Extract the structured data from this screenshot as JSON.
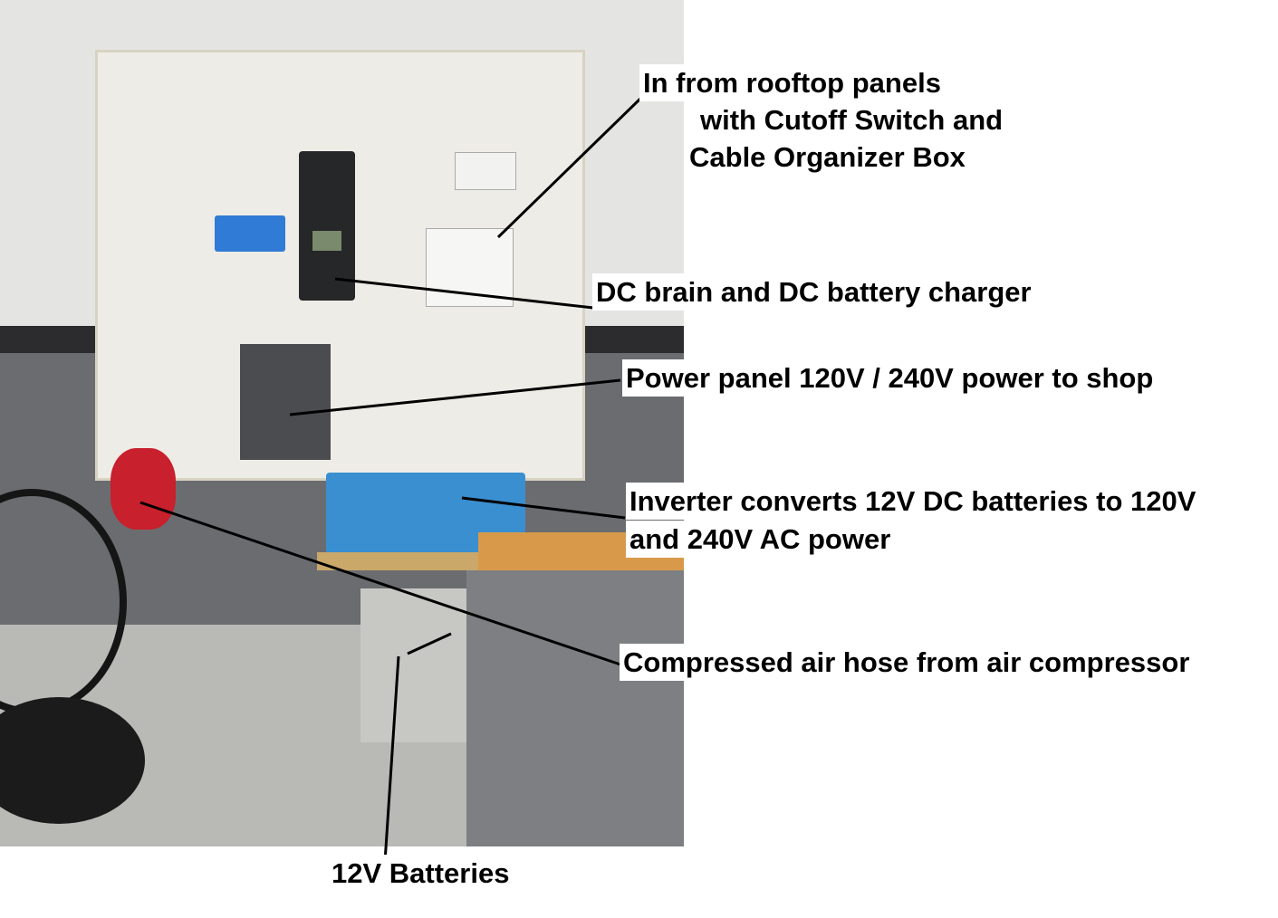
{
  "annotations": {
    "rooftop": [
      "In from rooftop panels",
      "with Cutoff Switch and",
      "Cable Organizer Box"
    ],
    "dc_brain": "DC brain and DC battery charger",
    "power_panel": "Power panel 120V / 240V power to shop",
    "inverter": [
      "Inverter converts 12V DC batteries to 120V",
      "and 240V AC power"
    ],
    "air_hose": "Compressed air hose from air compressor",
    "batteries": "12V Batteries"
  },
  "colors": {
    "label_text": "#000000",
    "label_bg": "#ffffff",
    "inverter": "#3a8fd0",
    "hose": "#d0202a"
  }
}
